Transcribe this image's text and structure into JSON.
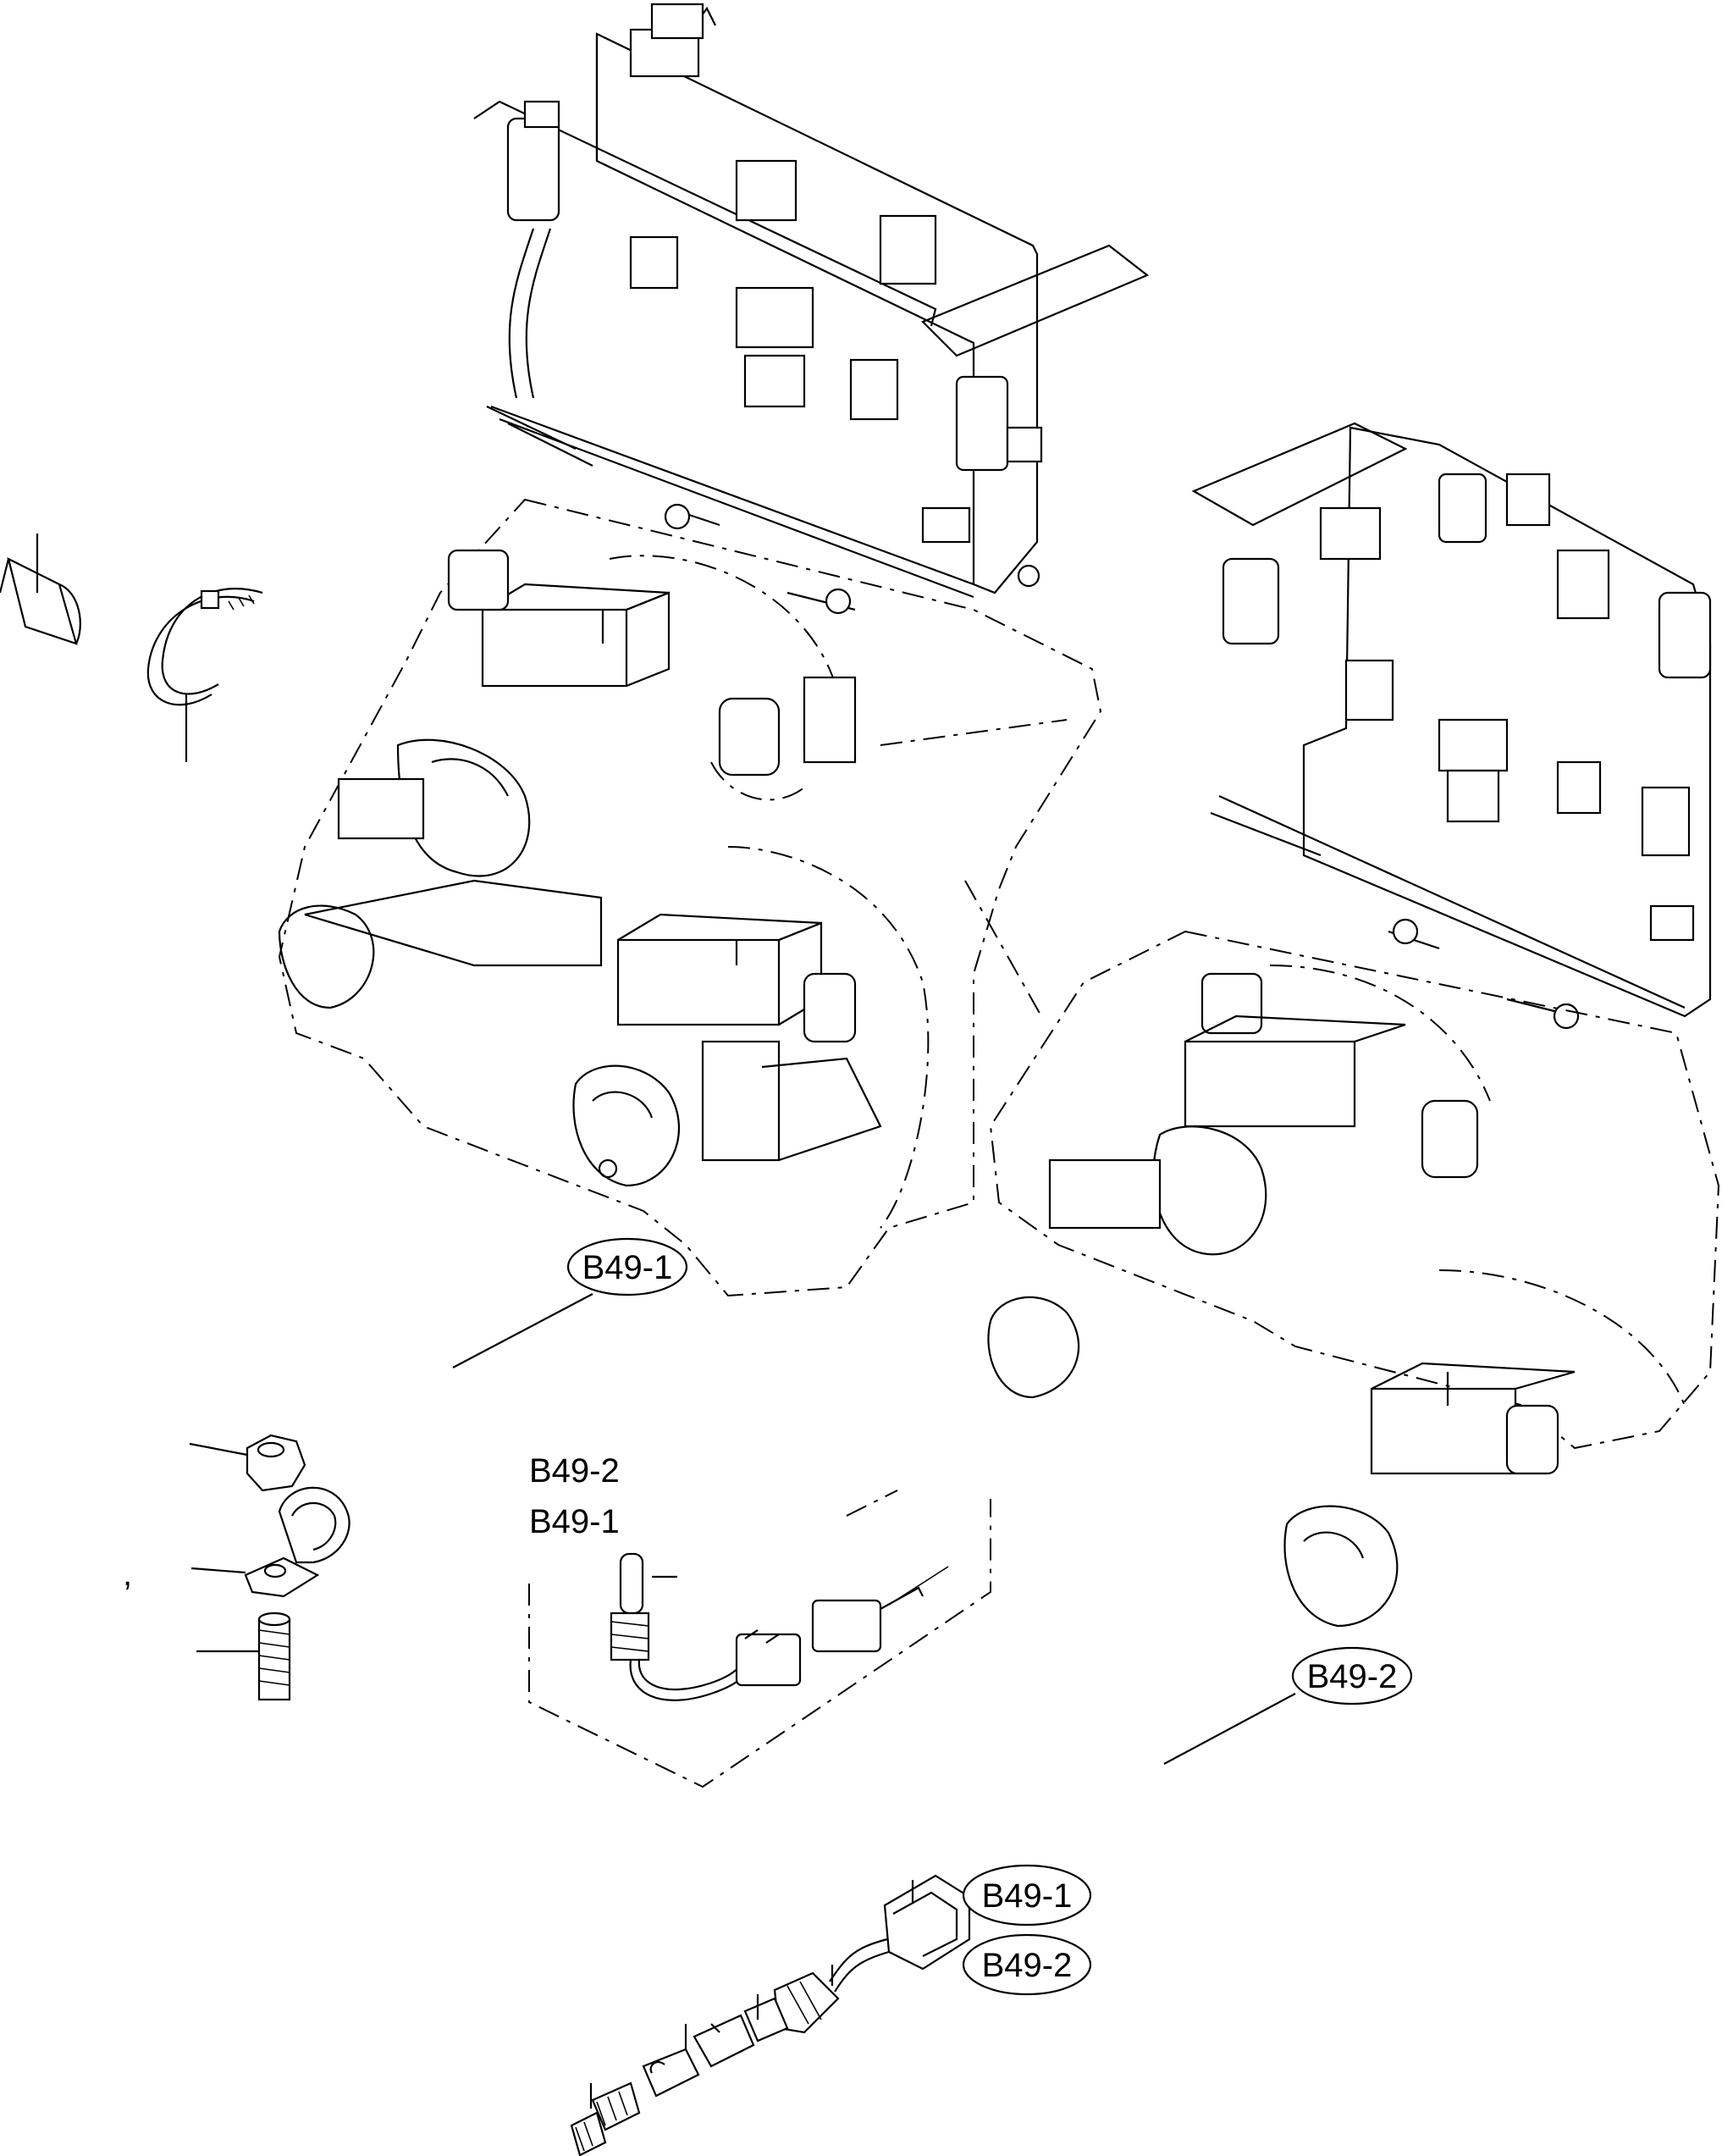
{
  "callouts": {
    "b49_1_main": "B49-1",
    "b49_2_main": "B49-2",
    "sensor_ref_line1": "B49-2",
    "sensor_ref_line2": "B49-1",
    "connector_top": "B49-1",
    "connector_bottom": "B49-2"
  },
  "stray_mark": ",",
  "colors": {
    "line": "#000000",
    "background": "#ffffff"
  },
  "icons": [
    "cable-tie-icon",
    "tube-icon",
    "nut-icon",
    "clamp-icon",
    "bolt-icon",
    "temperature-sensor-icon",
    "connector-assembly-icon"
  ]
}
